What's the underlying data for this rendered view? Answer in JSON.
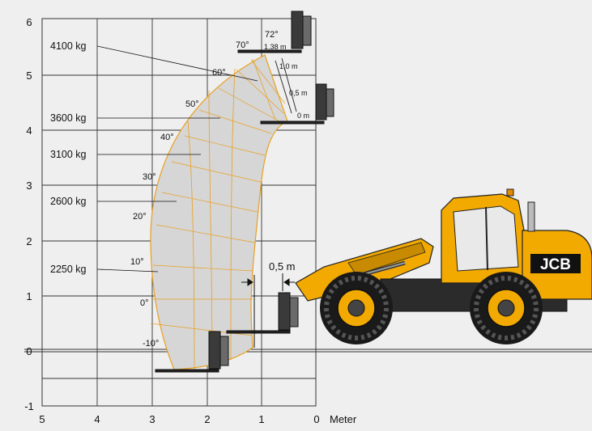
{
  "axes": {
    "x_ticks": [
      "5",
      "4",
      "3",
      "2",
      "1",
      "0"
    ],
    "x_unit": "Meter",
    "y_ticks": [
      "6",
      "5",
      "4",
      "3",
      "2",
      "1",
      "0",
      "-1"
    ]
  },
  "load_labels": [
    "4100 kg",
    "3600 kg",
    "3100 kg",
    "2600 kg",
    "2250 kg"
  ],
  "angle_labels": [
    "72°",
    "70°",
    "60°",
    "50°",
    "40°",
    "30°",
    "20°",
    "10°",
    "0°",
    "-10°"
  ],
  "extension_labels": [
    "1,38 m",
    "1,0 m",
    "0,5 m",
    "0 m"
  ],
  "dimension_label": "0,5 m",
  "brand": "JCB",
  "colors": {
    "background": "#efefef",
    "grid": "#333333",
    "envelope_fill": "#d6d6d6",
    "envelope_stroke": "#e8a020",
    "machine_yellow": "#f2a900",
    "tyre": "#1a1a1a"
  }
}
